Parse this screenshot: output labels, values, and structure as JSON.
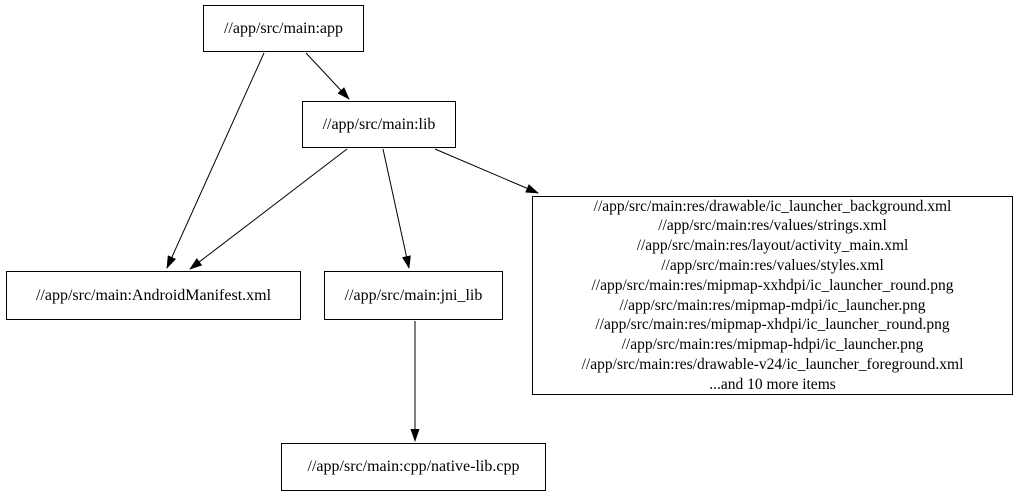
{
  "graph": {
    "background_color": "#ffffff",
    "node_fill_color": "#ffffff",
    "node_border_color": "#000000",
    "edge_color": "#000000",
    "text_color": "#000000",
    "nodes": {
      "app": {
        "label": "//app/src/main:app"
      },
      "lib": {
        "label": "//app/src/main:lib"
      },
      "android_manifest": {
        "label": "//app/src/main:AndroidManifest.xml"
      },
      "jni_lib": {
        "label": "//app/src/main:jni_lib"
      },
      "native_lib": {
        "label": "//app/src/main:cpp/native-lib.cpp"
      },
      "res_group": {
        "lines": [
          "//app/src/main:res/drawable/ic_launcher_background.xml",
          "//app/src/main:res/values/strings.xml",
          "//app/src/main:res/layout/activity_main.xml",
          "//app/src/main:res/values/styles.xml",
          "//app/src/main:res/mipmap-xxhdpi/ic_launcher_round.png",
          "//app/src/main:res/mipmap-mdpi/ic_launcher.png",
          "//app/src/main:res/mipmap-xhdpi/ic_launcher_round.png",
          "//app/src/main:res/mipmap-hdpi/ic_launcher.png",
          "//app/src/main:res/drawable-v24/ic_launcher_foreground.xml",
          "...and 10 more items"
        ]
      }
    },
    "edges": [
      {
        "from": "app",
        "to": "lib"
      },
      {
        "from": "app",
        "to": "android_manifest"
      },
      {
        "from": "lib",
        "to": "android_manifest"
      },
      {
        "from": "lib",
        "to": "jni_lib"
      },
      {
        "from": "lib",
        "to": "res_group"
      },
      {
        "from": "jni_lib",
        "to": "native_lib"
      }
    ]
  }
}
